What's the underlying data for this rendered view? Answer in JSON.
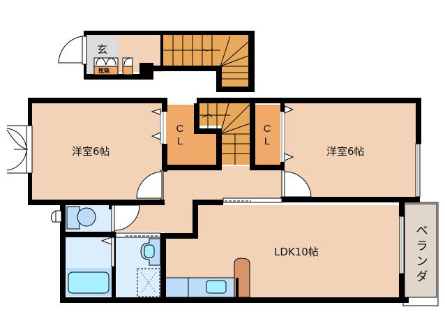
{
  "floor_plan": {
    "colors": {
      "wall": "#000000",
      "room_floor": "#f2d3b8",
      "closet": "#f1a96a",
      "stairs": "#e8aa5a",
      "entrance": "#dcdcdc",
      "wet_area": "#dbeefe",
      "fixture": "#bcdcf8",
      "tub": "#a8f0ff",
      "balcony": "#e0d6cc",
      "counter": "#d9956a",
      "shoe_cabinet": "#f1a96a"
    },
    "upper": {
      "entrance_label": "玄",
      "shoe_cabinet_label": "靴箱"
    },
    "rooms": {
      "western_room_left": "洋室6帖",
      "western_room_right": "洋室6帖",
      "closet_left": [
        "C",
        "L"
      ],
      "closet_right": [
        "C",
        "L"
      ],
      "ldk": "LDK10帖",
      "balcony": [
        "ベ",
        "ラ",
        "ン",
        "ダ"
      ]
    }
  }
}
